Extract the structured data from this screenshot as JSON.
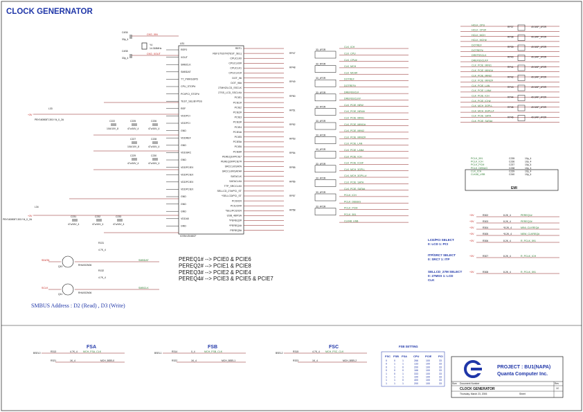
{
  "page_title": "CLOCK GENERNATOR",
  "main_chip": {
    "ref": "U31",
    "part": "ICS9LV3048CF"
  },
  "left_pins": [
    "REF0",
    "XOUT",
    "SMBCLK",
    "SMBDAT",
    "TT_PWRGDPD",
    "CPU_STOP#",
    "PCI/PCI_STOP#",
    "TEST_SEL/BYPSS",
    "REF",
    "VDDPCI",
    "VDDPCI",
    "GND",
    "VDDREF",
    "GND",
    "VDDSRC",
    "GND",
    "VDDPCIEX",
    "VDDPCIEX",
    "VDDPCIEX",
    "VDDPCIEX",
    "GND",
    "GND",
    "GND",
    "VDD48",
    "GND"
  ],
  "right_pins": [
    "REF1",
    "REF1/TEST#(TEST_SEL)",
    "CPUCLK0",
    "CPUCLK0#",
    "CPUCLK1",
    "CPUCLK1#",
    "DOT_96",
    "DOT_96#",
    "27MHZ/LCD_SSCLK",
    "27SS_LCD_SSCLK#",
    "PCIE1",
    "PCIE1#",
    "PCIE2",
    "PCIE2#",
    "PCIE3",
    "PCIE3#",
    "PCIE4",
    "PCIE4#",
    "PCIE5",
    "PCIE5#",
    "PCIE6",
    "PCIE6#",
    "PEREQ1#/PCIE7",
    "PEREQ2#/PCIE7#",
    "SRCCLK/SATA",
    "SRCCLK#/SATA#",
    "SATACLK",
    "SATACLK#",
    "TTP_SRCCLK0",
    "SELLCD_27#/PCI_ST",
    "*SELLCD/PCI_ST",
    "PCI0/CR",
    "PCI1/CR#",
    "*SEL/PCI2/CR",
    "USB_48/FSA",
    "*PEREQ3#",
    "*PEREQ4#",
    "PEREQ5#"
  ],
  "right_nets": [
    "CLK_ICH",
    "CLK_CPU",
    "CLK_CPU#",
    "CLK_MCH",
    "CLK_MCH#",
    "DOTREF",
    "DOTREF#",
    "DREFSSCLK",
    "DREFSSCLK#",
    "CLK_PCIE_NEW",
    "CLK_PCIE_NEW#",
    "CLK_PCIE_MINI1",
    "CLK_PCIE_MINI1#",
    "CLK_PCIE_MINI2",
    "CLK_PCIE_MINI2#",
    "CLK_PCIE_LAN",
    "CLK_PCIE_LAN#",
    "CLK_PCIE_ICH",
    "CLK_PCIE_ICH#",
    "CLK_MCH_3GPLL",
    "CLK_MCH_3GPLL#",
    "CLK_PCIE_SATA",
    "CLK_PCIE_SATA#",
    "PCLK_ICH",
    "PCLK_DEBUG",
    "PCLK_PCM",
    "PCLK_591",
    "CLK48_USB"
  ],
  "rp_refs": [
    "RP47",
    "RP48",
    "RP49",
    "RP50",
    "RP51",
    "RP52",
    "RP53",
    "RP54",
    "RP55",
    "RP56",
    "RP57",
    "RP58"
  ],
  "rp_values": [
    "33_4P2R",
    "33_4P2R",
    "33_4P2R",
    "33_4P2R",
    "33_4P2R",
    "33_4P2R",
    "33_4P2R",
    "33_4P2R",
    "33_4P2R",
    "33_4P2R",
    "33_4P2R",
    "33_4P2R"
  ],
  "far_right_nets": [
    "HCLK_CPU",
    "HCLK_CPU#",
    "HCLK_MCH",
    "HCLK_MCH#",
    "DOTREF",
    "DOTREF#",
    "DREFSSCLK",
    "DREFSSCLK#",
    "CLK_PCIE_MINI1",
    "CLK_PCIE_MINI1#",
    "CLK_PCIE_MINI2",
    "CLK_PCIE_MINI2#",
    "CLK_PCIE_LAN",
    "CLK_PCIE_LAN#",
    "CLK_PCIE_ICH",
    "CLK_PCIE_ICH#",
    "CLK_MCH_3GPLL",
    "CLK_MCH_3GPLL#",
    "CLK_PCIE_SATA",
    "CLK_PCIE_SATA#"
  ],
  "far_right_rp": [
    "RP37",
    "RP38",
    "RP39",
    "RP40",
    "RP41",
    "RP42",
    "RP43",
    "RP44",
    "RP45",
    "RP46"
  ],
  "far_right_value": "49.9/4P_4P2R",
  "emi_label": "EMI",
  "emi_rows": [
    {
      "net": "PCLK_591",
      "ref": "C235",
      "val": "10p_4"
    },
    {
      "net": "PCLK_ICH",
      "ref": "C236",
      "val": "10p_4"
    },
    {
      "net": "PCLK_PCM",
      "ref": "C237",
      "val": "10p_4"
    },
    {
      "net": "PCLK_DEBUG",
      "ref": "C238",
      "val": "10p_4"
    },
    {
      "net": "CLK_ICH",
      "ref": "C239",
      "val": "10p_4"
    },
    {
      "net": "CLK48_USB",
      "ref": "C240",
      "val": "10p_4"
    }
  ],
  "pull_rows": [
    {
      "ref": "R302",
      "val": "8.2K_4",
      "net": "PEREQ1#"
    },
    {
      "ref": "R303",
      "val": "8.2K_4",
      "net": "PEREQ2#"
    },
    {
      "ref": "R304",
      "val": "*8.2K_4",
      "net": "MINI_CLKREQ#"
    },
    {
      "ref": "R305",
      "val": "*8.2K_4",
      "net": "NEW_CLKREQ#"
    },
    {
      "ref": "R306",
      "val": "8.2K_4",
      "net": "R_PCLK_591"
    },
    {
      "ref": "R307",
      "val": "8.2K_4",
      "net": "R_PCLK_ICH"
    },
    {
      "ref": "R308",
      "val": "8.2K_4",
      "net": "R_PCLK_591"
    }
  ],
  "select_notes": [
    [
      "LCD/PCI SELECT",
      "0: LCD 1: PCI"
    ],
    [
      "ITP/SRC7 SELECT",
      "0: SRC7 1: ITP"
    ],
    [
      "SELLCD_27M SELECT",
      "0: 27MSS 1: LCD",
      "CLK"
    ]
  ],
  "pereq_notes": [
    "PEREQ1# --> PCIE0 & PCIE6",
    "PEREQ2# --> PCIE1 & PCIE8",
    "PEREQ3# --> PCIE2 & PCIE4",
    "PEREQ4# --> PCIE3 & PCIE5 & PCIE7"
  ],
  "smbus_address": "SMBUS Address : D2 (Read) , D3 (Write)",
  "crystal": {
    "ref": "Y4",
    "val": "14.318MHz",
    "cap1": "C4S6",
    "cap2": "C4S8",
    "capval": "33p_4",
    "net_in": "CKG_XIN",
    "net_out": "CKG_XOUT"
  },
  "fs_blocks": [
    {
      "title": "FSA",
      "net": "BSEL0",
      "r_top": "R313",
      "r_top_val": "4.7K_4",
      "r_bot": "R321",
      "r_bot_val": "1K_4",
      "out_net": "MCH_BSEL0",
      "top_net": "MCH_FSA_CLK"
    },
    {
      "title": "FSB",
      "net": "BSEL1",
      "r_top": "R314",
      "r_top_val": "0_4",
      "r_bot": "R322",
      "r_bot_val": "1K_4",
      "out_net": "MCH_BSEL1",
      "top_net": "MCH_FSB_CLK"
    },
    {
      "title": "FSC",
      "net": "BSEL2",
      "r_top": "R315",
      "r_top_val": "4.7K_4",
      "r_bot": "R323",
      "r_bot_val": "1K_4",
      "out_net": "MCH_BSEL2",
      "top_net": "MCH_FSC_CLK"
    }
  ],
  "fsb_setting": {
    "title": "FSB SETTING",
    "headers": [
      "FSC",
      "FSB",
      "FSA",
      "CPU",
      "PCIE",
      "PCI"
    ],
    "rows": [
      [
        "0",
        "0",
        "1",
        "266",
        "100",
        "33"
      ],
      [
        "0",
        "1",
        "1",
        "133",
        "100",
        "33"
      ],
      [
        "0",
        "1",
        "0",
        "200",
        "100",
        "33"
      ],
      [
        "0",
        "0",
        "0",
        "166",
        "100",
        "33"
      ],
      [
        "1",
        "0",
        "1",
        "333",
        "100",
        "33"
      ],
      [
        "1",
        "1",
        "1",
        "100",
        "100",
        "33"
      ],
      [
        "1",
        "1",
        "0",
        "400",
        "100",
        "33"
      ],
      [
        "1",
        "1",
        "1",
        "200",
        "100",
        "33"
      ]
    ]
  },
  "title_block": {
    "project": "PROJECT : BU1(NAPA)",
    "company": "Quanta Computer Inc.",
    "doc_title": "CLOCK GENERATOR",
    "size_label": "Size",
    "doc_label": "Document Number",
    "rev_label": "Rev",
    "rev": "1C",
    "date": "Thursday, March 23, 2006",
    "sheet_label": "Sheet"
  },
  "left_power_nets": [
    "+3V",
    "+3V"
  ],
  "left_caps": [
    {
      "ref": "C222",
      "val": "10U/10V_8"
    },
    {
      "ref": "C225",
      "val": "47u/16V_4"
    },
    {
      "ref": "C226",
      "val": "47u/16V_4"
    },
    {
      "ref": "C227",
      "val": "10U/10V_8"
    },
    {
      "ref": "C228",
      "val": "47u/16V_4"
    },
    {
      "ref": "C229",
      "val": "47u/16V_4"
    },
    {
      "ref": "C230",
      "val": "47u/16V_4"
    },
    {
      "ref": "C231",
      "val": "47u/16V_4"
    },
    {
      "ref": "C232",
      "val": "47u/16V_4"
    },
    {
      "ref": "C233",
      "val": "47u/16V_4"
    }
  ],
  "mosfets": [
    {
      "ref": "Q10",
      "part": "RHU002N06",
      "net_in": "SDATA",
      "net_out": "SMBDAT",
      "r": "R131",
      "rv": "4.7K_4"
    },
    {
      "ref": "Q11",
      "part": "RHU002N06",
      "net_in": "SCLK",
      "net_out": "SMBCLK",
      "r": "R132",
      "rv": "4.7K_4"
    }
  ],
  "inductors": [
    {
      "ref": "L33",
      "val": "PBY160808T-301Y-N_0_2A"
    },
    {
      "ref": "L34",
      "val": "PBY160808T-301Y-N_0_2A"
    }
  ]
}
